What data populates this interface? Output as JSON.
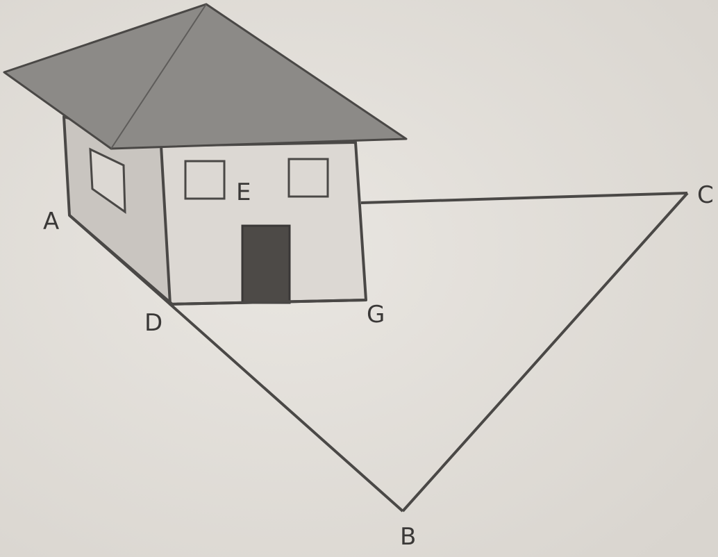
{
  "diagram": {
    "points": {
      "A": "A",
      "B": "B",
      "C": "C",
      "D": "D",
      "E": "E",
      "G": "G"
    },
    "colors": {
      "background": "#e4e1dc",
      "roof": "#8c8a87",
      "roof_stroke": "#4a4846",
      "side_wall": "#c9c5c0",
      "front_wall": "#dcd8d3",
      "door": "#4d4a47",
      "line": "#4a4846",
      "label": "#3a3837"
    }
  }
}
